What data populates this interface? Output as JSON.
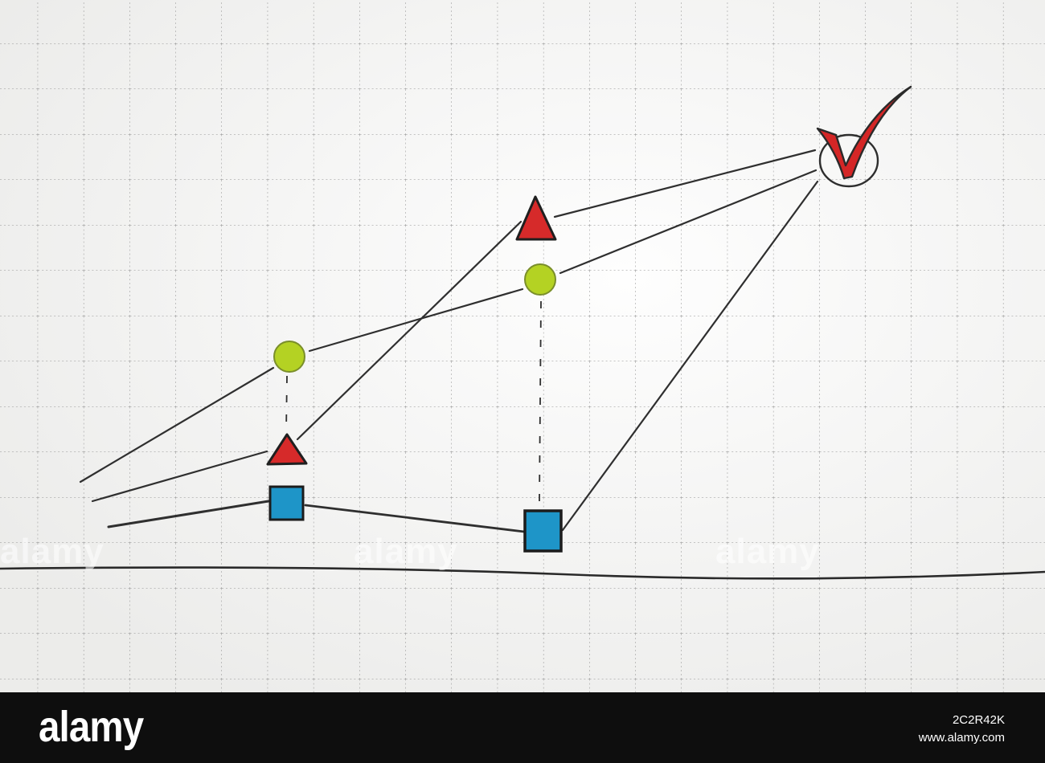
{
  "watermarks": [
    "alamy",
    "alamy",
    "alamy"
  ],
  "footer": {
    "logo": "alamy",
    "image_id": "2C2R42K",
    "site": "www.alamy.com"
  },
  "colors": {
    "paper": "#f4f4f3",
    "grid": "#8e8e8e",
    "pencil": "#2a2a2a",
    "triangle": "#d62a2a",
    "circle": "#b4d223",
    "square": "#1e95c8",
    "check": "#d42626"
  },
  "icons": [
    "circle-marker-icon",
    "triangle-marker-icon",
    "square-marker-icon",
    "checkmark-icon"
  ]
}
